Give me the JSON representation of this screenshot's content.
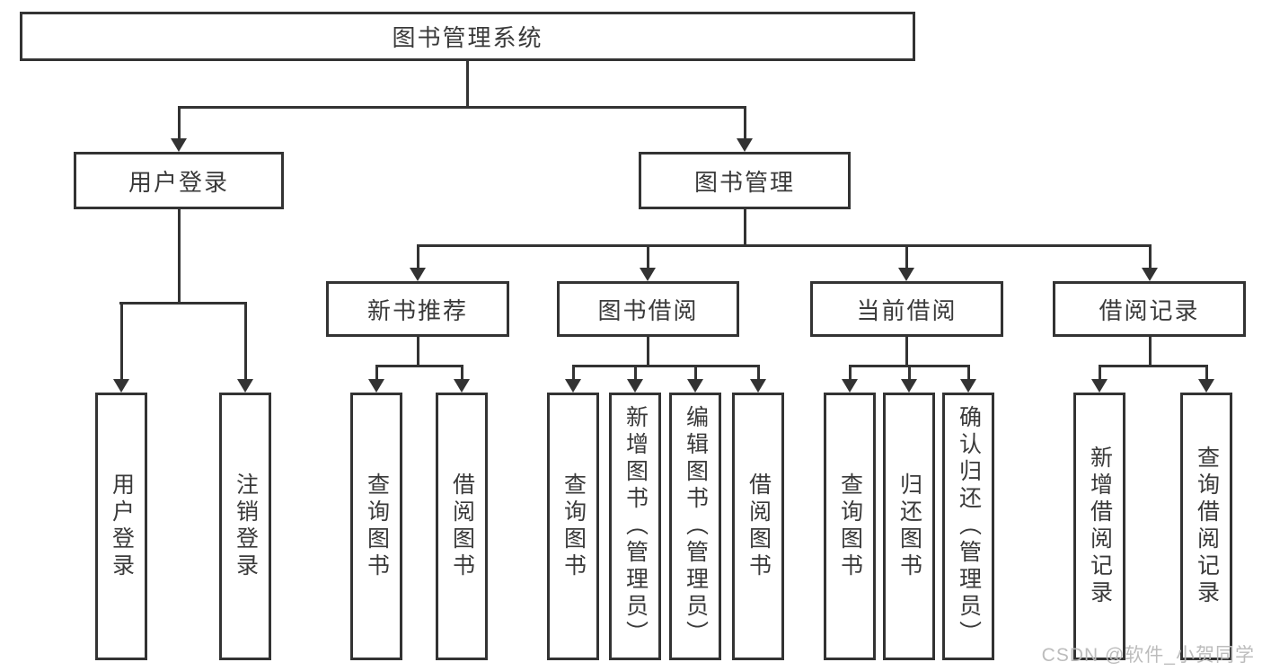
{
  "diagram": {
    "root": {
      "label": "图书管理系统"
    },
    "level2": [
      {
        "label": "用户登录"
      },
      {
        "label": "图书管理"
      }
    ],
    "level3": [
      {
        "label": "新书推荐"
      },
      {
        "label": "图书借阅"
      },
      {
        "label": "当前借阅"
      },
      {
        "label": "借阅记录"
      }
    ],
    "leaves": {
      "user_login": [
        "用户登录",
        "注销登录"
      ],
      "new_book": [
        "查询图书",
        "借阅图书"
      ],
      "book_borrow": [
        "查询图书",
        "新增图书（管理员）",
        "编辑图书（管理员）",
        "借阅图书"
      ],
      "current_borrow": [
        "查询图书",
        "归还图书",
        "确认归还（管理员）"
      ],
      "borrow_record": [
        "新增借阅记录",
        "查询借阅记录"
      ]
    },
    "colors": {
      "line": "#333333",
      "text": "#3a3a3a",
      "bg": "#ffffff",
      "watermark": "#b9b9b9"
    },
    "watermark": "CSDN @软件_小贺同学"
  }
}
